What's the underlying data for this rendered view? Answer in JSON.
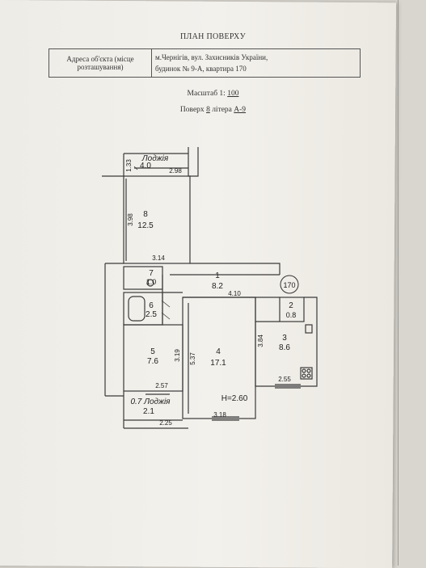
{
  "document": {
    "title": "ПЛАН ПОВЕРХУ",
    "address_label": "Адреса об'єкта (місце розташування)",
    "address_line1": "м.Чернігів, вул. Захисників України,",
    "address_line2": "будинок  № 9-А, квартира  170",
    "scale_prefix": "Масштаб 1:",
    "scale_value": "100",
    "floor_prefix": "Поверх",
    "floor_value": "8",
    "litera_prefix": "літера",
    "litera_value": "А-9"
  },
  "plan": {
    "apartment_number": "170",
    "ceiling_height": "H=2.60",
    "rooms": [
      {
        "num": "Лоджія",
        "area": "4.0"
      },
      {
        "num": "8",
        "area": "12.5"
      },
      {
        "num": "7",
        "area": "1.0"
      },
      {
        "num": "1",
        "area": "8.2"
      },
      {
        "num": "6",
        "area": "2.5"
      },
      {
        "num": "2",
        "area": "0.8"
      },
      {
        "num": "3",
        "area": "8.6"
      },
      {
        "num": "5",
        "area": "7.6"
      },
      {
        "num": "4",
        "area": "17.1"
      },
      {
        "num": "0.7 Лоджія",
        "area": "2.1"
      }
    ],
    "dimensions": {
      "d133": "1.33",
      "d298": "2.98",
      "d398": "3.98",
      "d314": "3.14",
      "d410": "4.10",
      "d384": "3.84",
      "d537": "5.37",
      "d319": "3.19",
      "d257": "2.57",
      "d255": "2.55",
      "d318": "3.18",
      "d225": "2.25"
    }
  }
}
